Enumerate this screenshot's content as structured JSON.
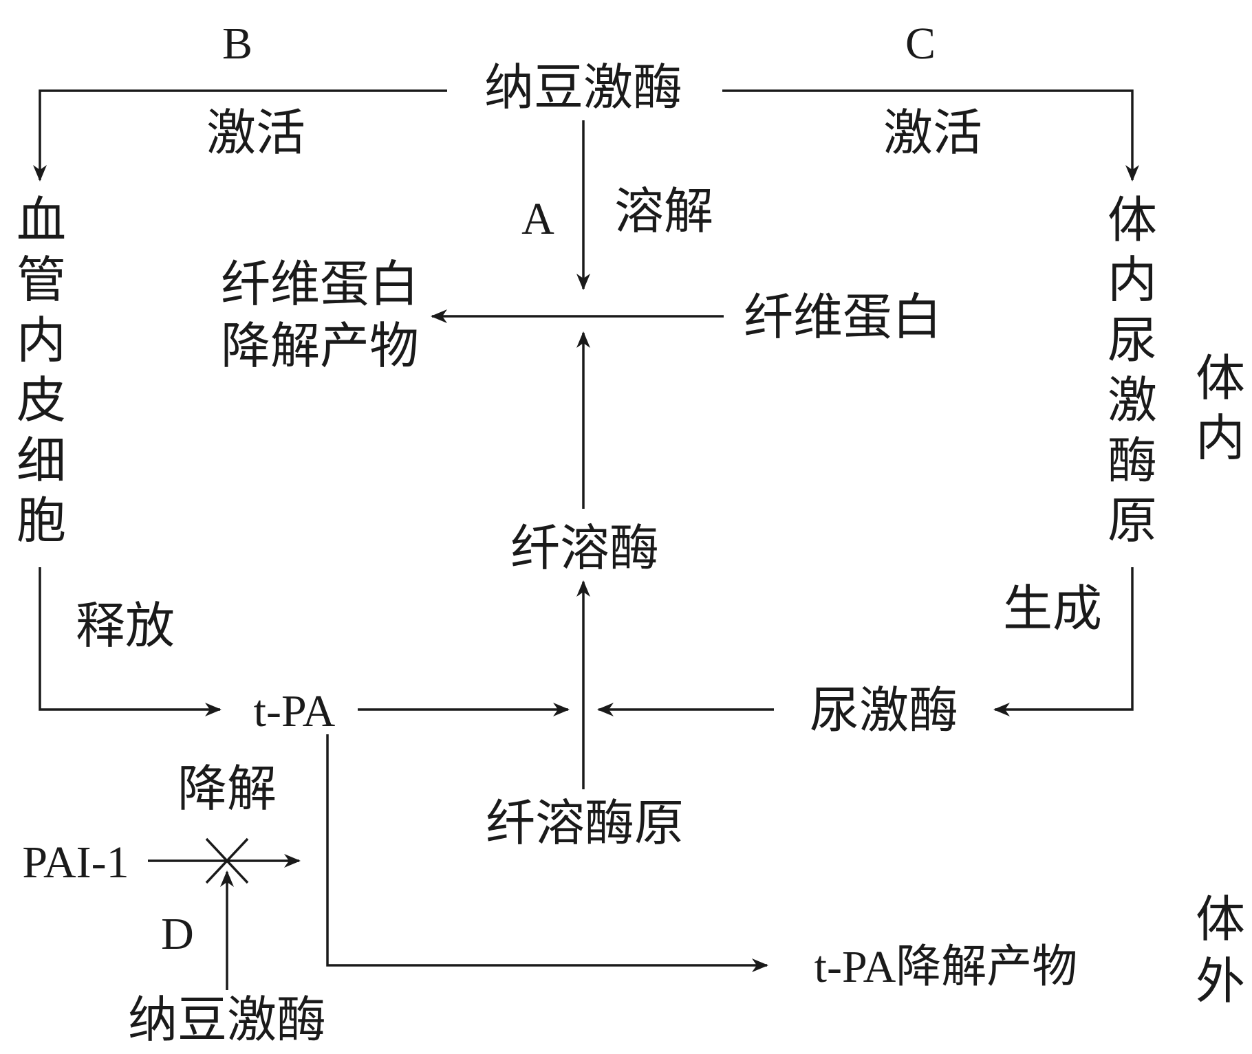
{
  "nodes": {
    "natto_top": "纳豆激酶",
    "natto_bottom": "纳豆激酶",
    "fibrin": "纤维蛋白",
    "fdp_line1": "纤维蛋白",
    "fdp_line2": "降解产物",
    "plasmin": "纤溶酶",
    "plasminogen": "纤溶酶原",
    "tpa": "t-PA",
    "urokinase": "尿激酶",
    "pai1": "PAI-1",
    "tpa_products": "t-PA降解产物",
    "endothelial": [
      "血",
      "管",
      "内",
      "皮",
      "细",
      "胞"
    ],
    "prourokinase": [
      "体",
      "内",
      "尿",
      "激",
      "酶",
      "原"
    ]
  },
  "actions": {
    "activate_b": "激活",
    "activate_c": "激活",
    "dissolve": "溶解",
    "release": "释放",
    "generate": "生成",
    "degrade": "降解"
  },
  "tags": {
    "a": "A",
    "b": "B",
    "c": "C",
    "d": "D"
  },
  "regions": {
    "in_vivo": [
      "体",
      "内"
    ],
    "in_vitro": [
      "体",
      "外"
    ]
  }
}
